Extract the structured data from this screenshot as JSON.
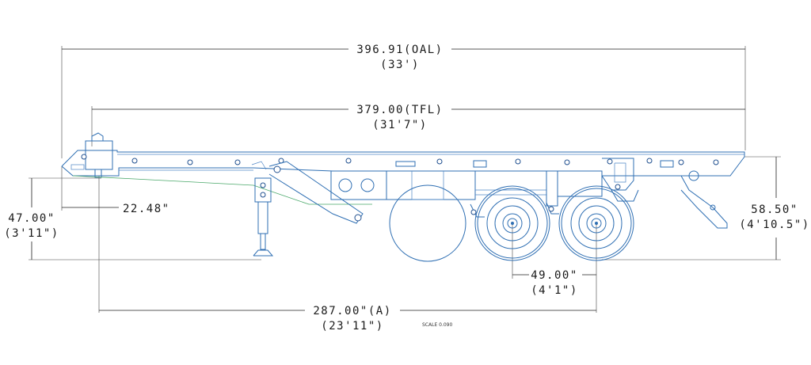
{
  "dimensions": {
    "overall_length": {
      "value": "396.91(OAL)",
      "sub": "(33')"
    },
    "top_frame_length": {
      "value": "379.00(TFL)",
      "sub": "(31'7\")"
    },
    "kingpin_setback": {
      "value": "22.48\""
    },
    "coupler_height": {
      "value": "47.00\"",
      "sub": "(3'11\")"
    },
    "rear_height": {
      "value": "58.50\"",
      "sub": "(4'10.5\")"
    },
    "axle_spread": {
      "value": "49.00\"",
      "sub": "(4'1\")"
    },
    "kingpin_to_axle": {
      "value": "287.00\"(A)",
      "sub": "(23'11\")"
    }
  },
  "scale_label": "SCALE  0.090",
  "colors": {
    "drawing": "#2f6fb3",
    "dimension": "#222222",
    "accent": "#4aa86a"
  }
}
